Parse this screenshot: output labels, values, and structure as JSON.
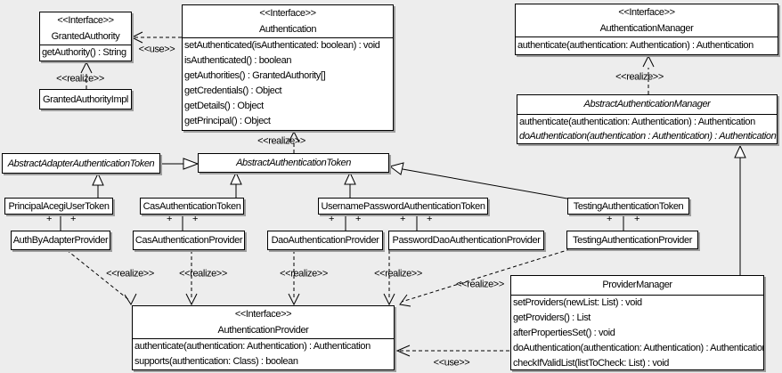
{
  "diagram": {
    "background_color": "#ededed",
    "box_fill": "#ffffff",
    "border_color": "#000000",
    "shadow_color": "#9e9e9e"
  },
  "stereotypes": {
    "interface": "<<Interface>>",
    "use": "<<use>>",
    "realize": "<<realize>>"
  },
  "marks": {
    "plus": "+"
  },
  "classes": {
    "granted_authority": {
      "stereotype": "<<Interface>>",
      "name": "GrantedAuthority",
      "methods": [
        "getAuthority() : String"
      ]
    },
    "granted_authority_impl": {
      "name": "GrantedAuthorityImpl"
    },
    "authentication": {
      "stereotype": "<<Interface>>",
      "name": "Authentication",
      "methods": [
        "setAuthenticated(isAuthenticated: boolean) : void",
        "isAuthenticated() : boolean",
        "getAuthorities() : GrantedAuthority[]",
        "getCredentials() : Object",
        "getDetails() : Object",
        "getPrincipal() : Object"
      ]
    },
    "authentication_manager": {
      "stereotype": "<<Interface>>",
      "name": "AuthenticationManager",
      "methods": [
        "authenticate(authentication: Authentication) : Authentication"
      ]
    },
    "abstract_authentication_manager": {
      "name": "AbstractAuthenticationManager",
      "methods": [
        "authenticate(authentication: Authentication) : Authentication",
        "doAuthentication(authentication : Authentication) : Authentication"
      ]
    },
    "abstract_adapter_authentication_token": {
      "name": "AbstractAdapterAuthenticationToken"
    },
    "abstract_authentication_token": {
      "name": "AbstractAuthenticationToken"
    },
    "principal_acegi_user_token": {
      "name": "PrincipalAcegiUserToken"
    },
    "cas_authentication_token": {
      "name": "CasAuthenticationToken"
    },
    "username_password_authentication_token": {
      "name": "UsernamePasswordAuthenticationToken"
    },
    "testing_authentication_token": {
      "name": "TestingAuthenticationToken"
    },
    "auth_by_adapter_provider": {
      "name": "AuthByAdapterProvider"
    },
    "cas_authentication_provider": {
      "name": "CasAuthenticationProvider"
    },
    "dao_authentication_provider": {
      "name": "DaoAuthenticationProvider"
    },
    "password_dao_authentication_provider": {
      "name": "PasswordDaoAuthenticationProvider"
    },
    "testing_authentication_provider": {
      "name": "TestingAuthenticationProvider"
    },
    "authentication_provider": {
      "stereotype": "<<Interface>>",
      "name": "AuthenticationProvider",
      "methods": [
        "authenticate(authentication: Authentication) : Authentication",
        "supports(authentication: Class) : boolean"
      ]
    },
    "provider_manager": {
      "name": "ProviderManager",
      "methods": [
        "setProviders(newList: List) : void",
        "getProviders() : List",
        "afterPropertiesSet() : void",
        "doAuthentication(authentication: Authentication) : Authentication",
        "checkIfValidList(listToCheck: List) : void"
      ]
    }
  }
}
